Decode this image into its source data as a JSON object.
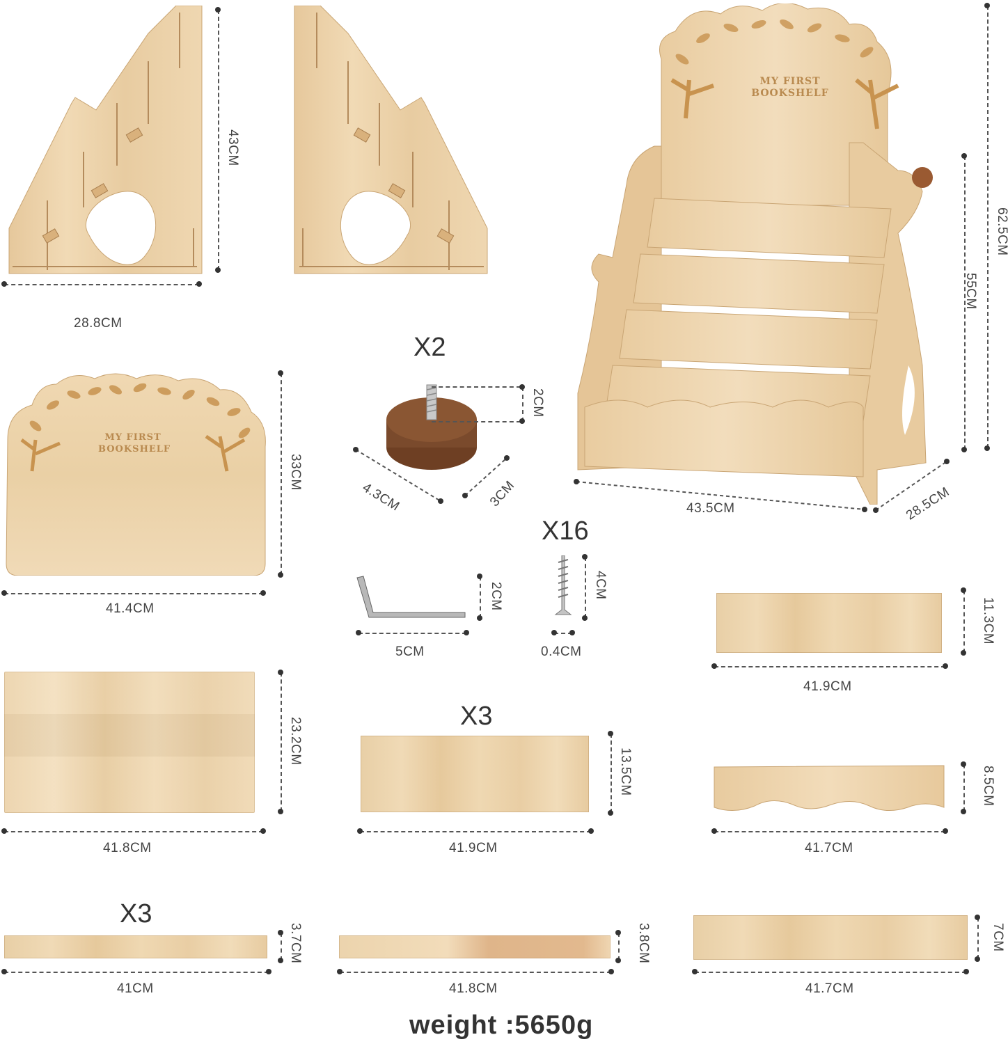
{
  "parts": {
    "side_panels": {
      "width": "28.8CM",
      "height": "43CM"
    },
    "back_panel": {
      "width": "41.4CM",
      "height": "33CM",
      "engraving": "MY FIRST BOOKSHELF"
    },
    "feet": {
      "quantity": "X2",
      "height": "2CM",
      "length": "4.3CM",
      "width": "3CM"
    },
    "hex_key": {
      "length": "5CM",
      "height": "2CM"
    },
    "screws": {
      "quantity": "X16",
      "length": "4CM",
      "diameter": "0.4CM"
    },
    "assembled": {
      "width": "43.5CM",
      "depth": "28.5CM",
      "side_height": "55CM",
      "total_height": "62.5CM",
      "engraving": "MY FIRST BOOKSHELF"
    },
    "plank_11_3": {
      "width": "41.9CM",
      "height": "11.3CM"
    },
    "base_board": {
      "width": "41.8CM",
      "height": "23.2CM"
    },
    "shelf_boards": {
      "quantity": "X3",
      "width": "41.9CM",
      "height": "13.5CM"
    },
    "wavy_front": {
      "width": "41.7CM",
      "height": "8.5CM"
    },
    "rails": {
      "quantity": "X3",
      "width": "41CM",
      "height": "3.7CM"
    },
    "rail_38": {
      "width": "41.8CM",
      "height": "3.8CM"
    },
    "plank_7": {
      "width": "41.7CM",
      "height": "7CM"
    }
  },
  "weight_label": "weight :5650g"
}
